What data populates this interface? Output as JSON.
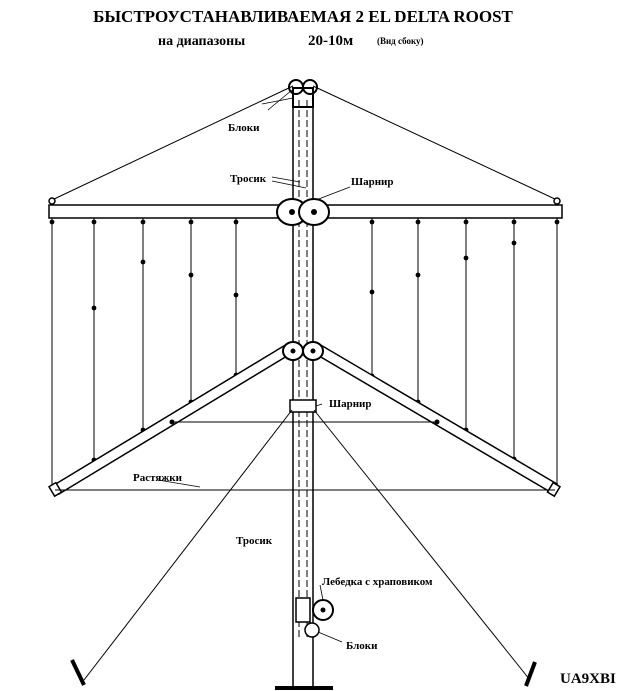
{
  "title_line1": "БЫСТРОУСТАНАВЛИВАЕМАЯ 2 EL DELTA ROOST",
  "title_line2_prefix": "на диапазоны",
  "title_line2_bands": "20-10м",
  "title_line2_note": "(Вид сбоку)",
  "labels": {
    "pulleys_top": "Блоки",
    "cable_top": "Тросик",
    "hinge_top": "Шарнир",
    "hinge_mid": "Шарнир",
    "guys": "Растяжки",
    "cable_bottom": "Тросик",
    "winch": "Лебедка с храповиком",
    "pulleys_bottom": "Блоки"
  },
  "author": "UA9XBI",
  "colors": {
    "ink": "#000000",
    "background": "#ffffff"
  }
}
